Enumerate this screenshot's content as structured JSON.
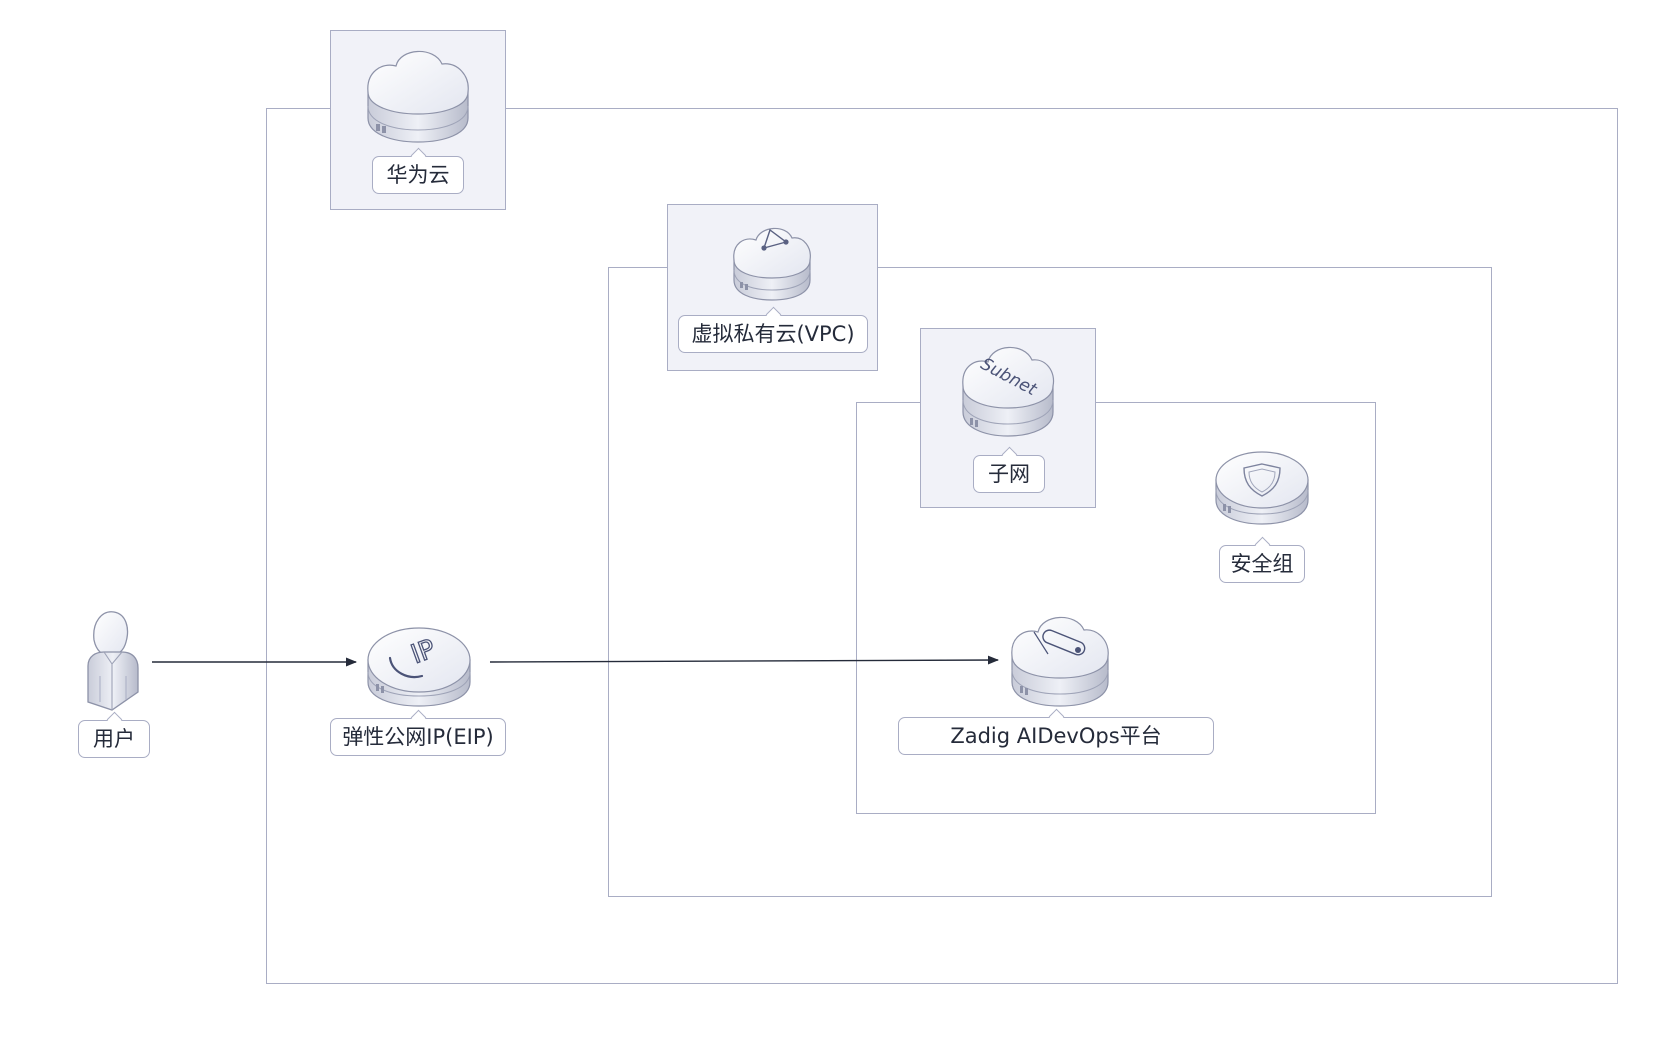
{
  "diagram": {
    "nodes": {
      "user": {
        "label": "用户",
        "icon": "user-icon"
      },
      "huawei_cloud": {
        "label": "华为云",
        "icon": "cloud-icon"
      },
      "vpc": {
        "label": "虚拟私有云(VPC)",
        "icon": "vpc-icon"
      },
      "subnet": {
        "label": "子网",
        "icon": "subnet-icon",
        "icon_text": "Subnet"
      },
      "security_group": {
        "label": "安全组",
        "icon": "shield-icon"
      },
      "eip": {
        "label": "弹性公网IP(EIP)",
        "icon": "eip-icon",
        "icon_text": "IP"
      },
      "zadig": {
        "label": "Zadig AIDevOps平台",
        "icon": "server-icon"
      }
    },
    "edges": [
      {
        "from": "user",
        "to": "eip"
      },
      {
        "from": "eip",
        "to": "zadig"
      }
    ],
    "colors": {
      "border": "#a9adc4",
      "tag_fill": "#f1f2f8",
      "arrow": "#252b3a",
      "icon_body": "#d6d9e6"
    }
  }
}
